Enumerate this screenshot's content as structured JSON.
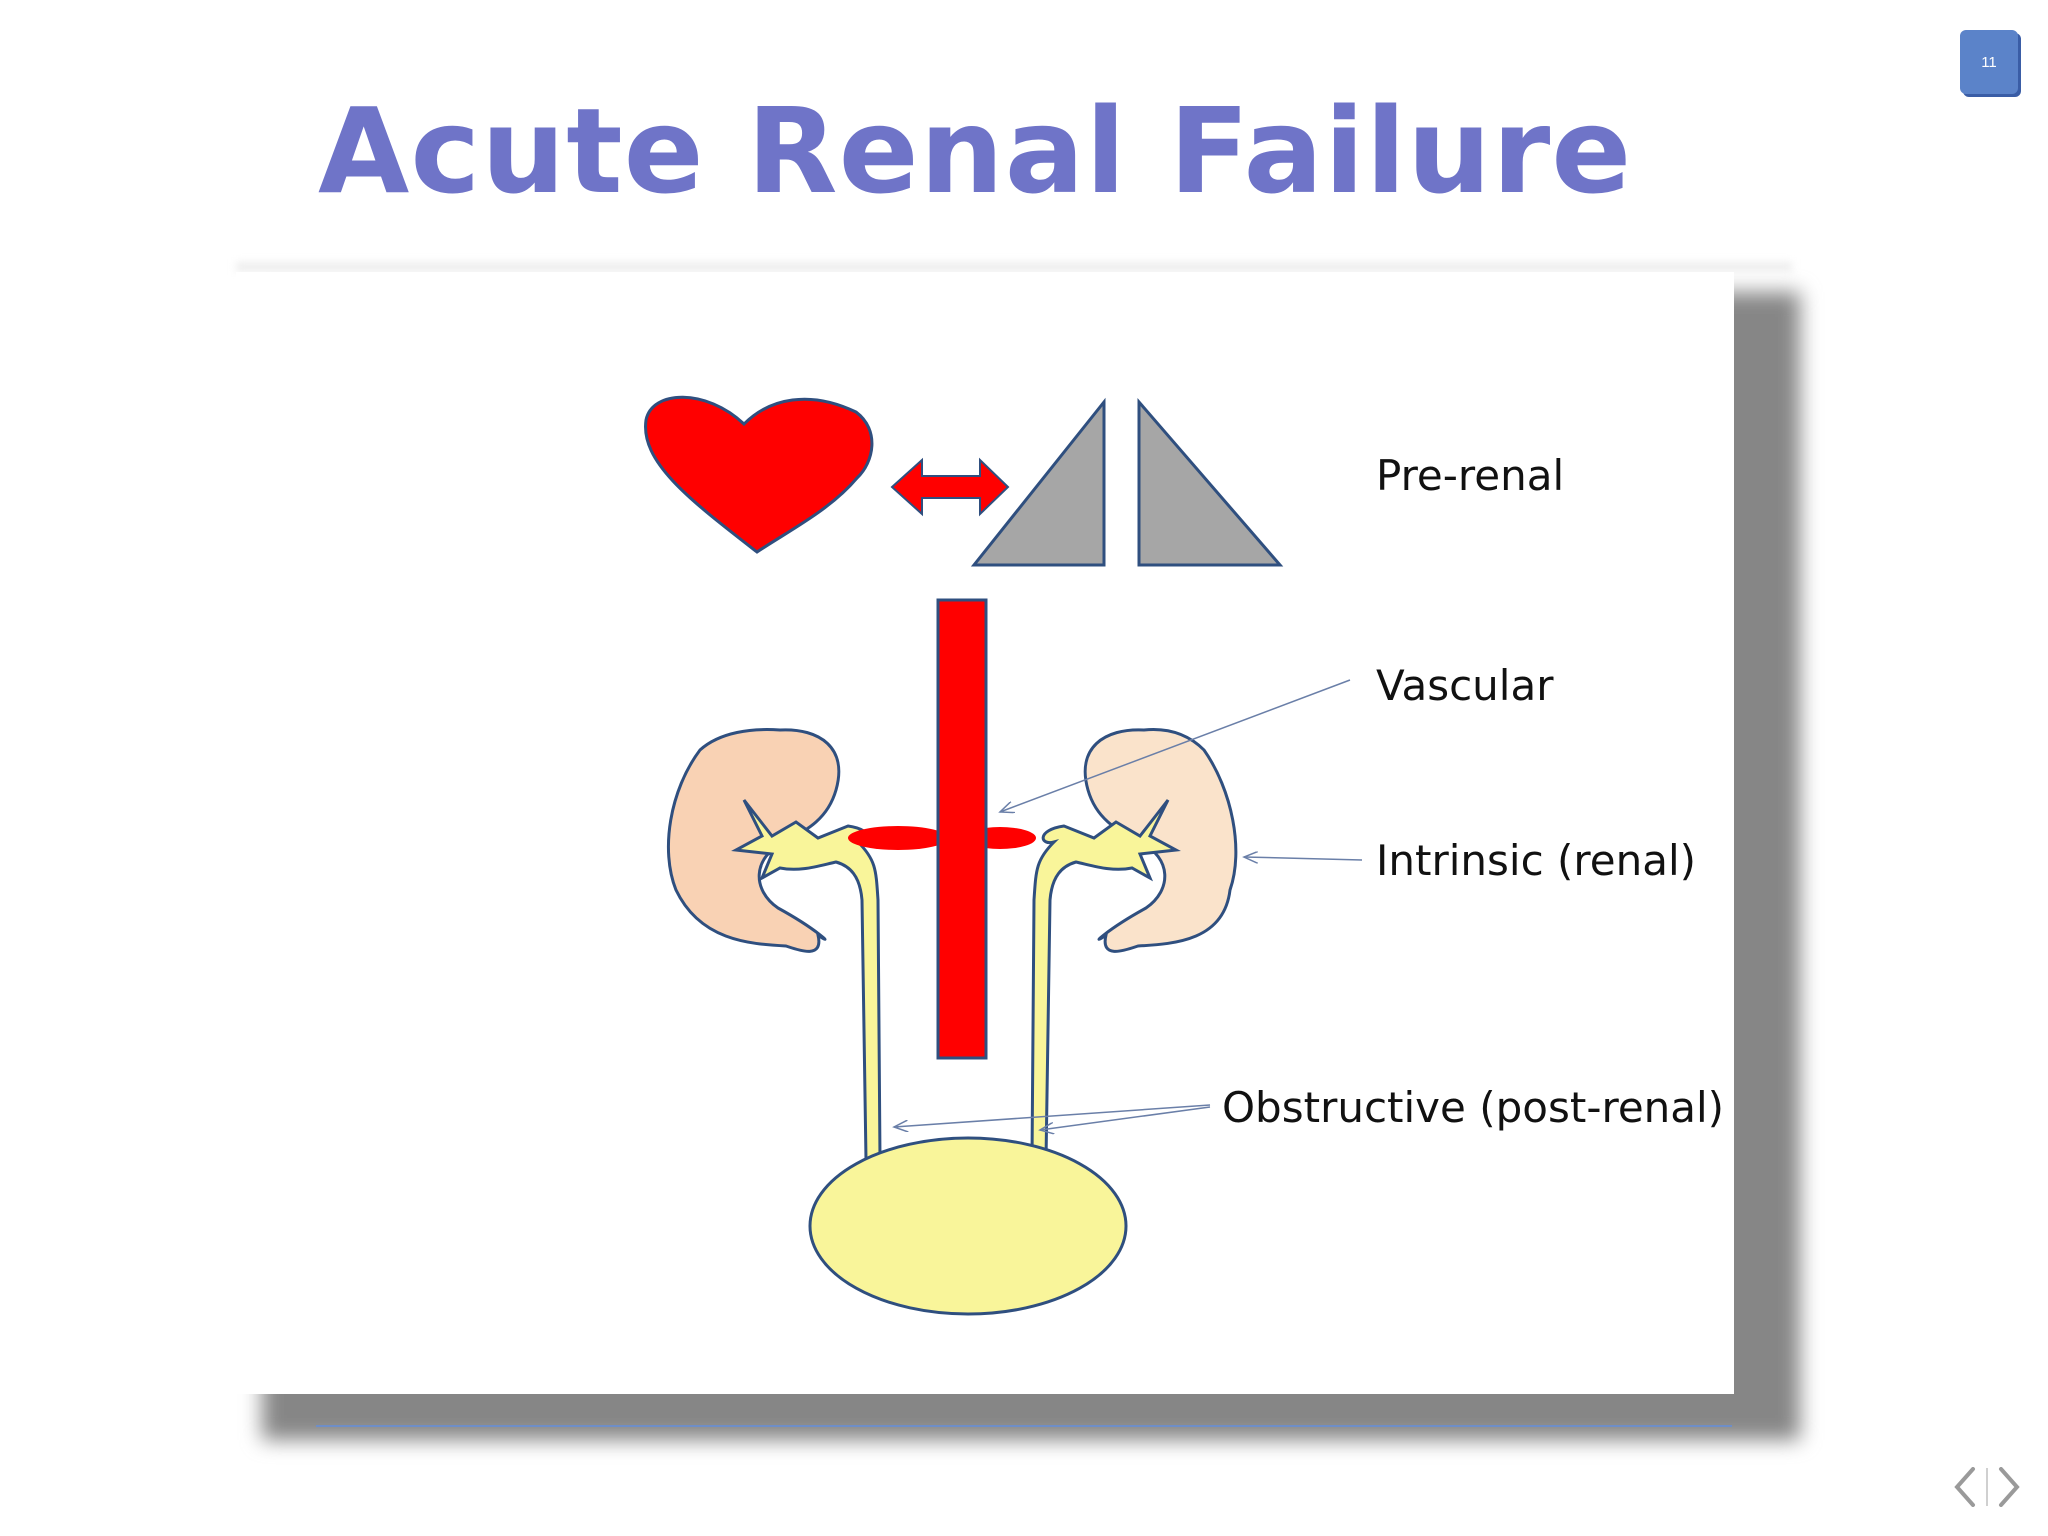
{
  "slide": {
    "number": "11",
    "title": "Acute Renal Failure"
  },
  "diagram": {
    "labels": {
      "prerenal": "Pre-renal",
      "vascular": "Vascular",
      "intrinsic": "Intrinsic (renal)",
      "obstructive": "Obstructive (post-renal)"
    }
  },
  "colors": {
    "title": "#6f74c8",
    "heart": "#ff0000",
    "kidney_left": "#f9d2b4",
    "kidney_right": "#fae3cb",
    "urine": "#f9f59a",
    "triangle": "#a6a6a6",
    "outline": "#2f4f7f"
  },
  "nav": {
    "prev_icon": "chevron-left-icon",
    "next_icon": "chevron-right-icon"
  }
}
